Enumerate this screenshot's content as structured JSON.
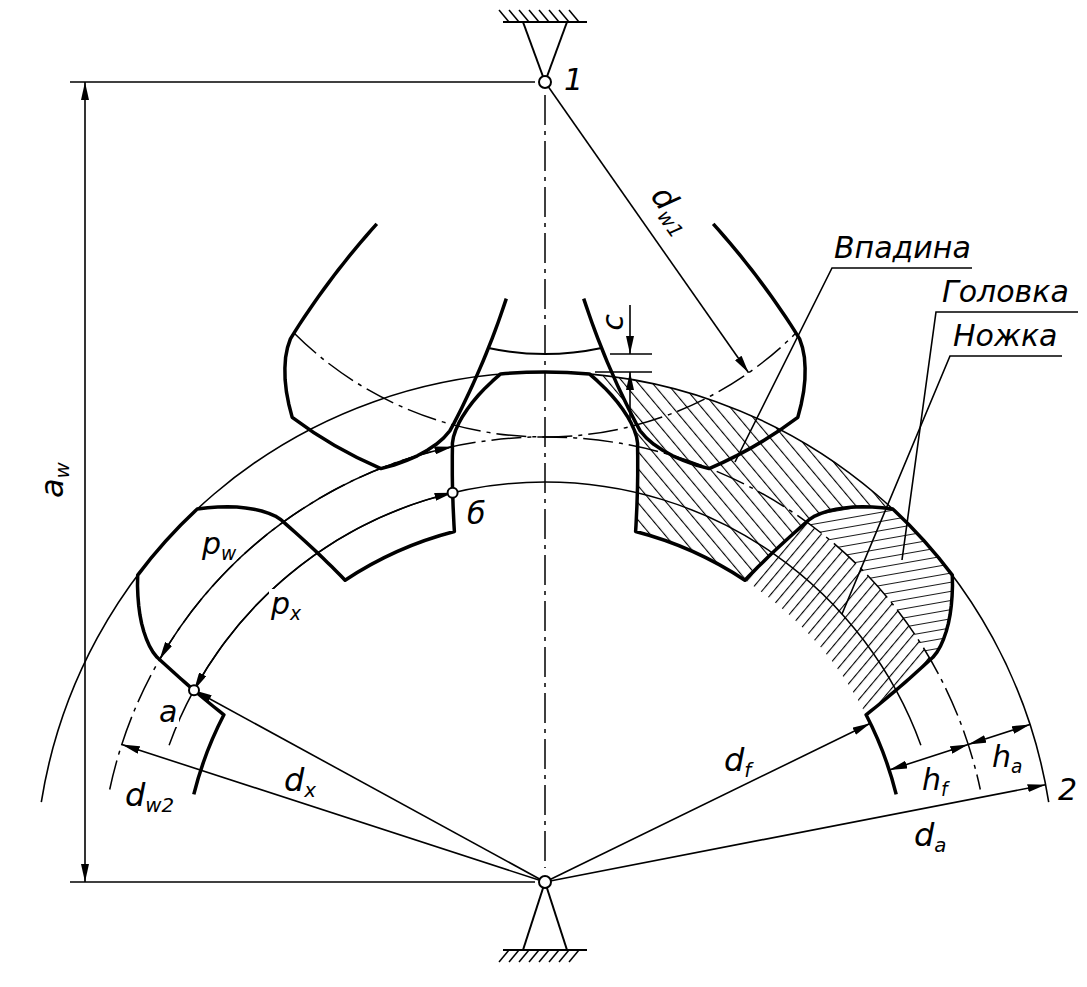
{
  "diagram": {
    "labels": [
      "1",
      "aw",
      "dw1",
      "c",
      "Впадина",
      "Головка",
      "Ножка",
      "pw",
      "px",
      "б",
      "a",
      "dx",
      "df",
      "dw2",
      "da",
      "hf",
      "ha",
      "2"
    ]
  }
}
